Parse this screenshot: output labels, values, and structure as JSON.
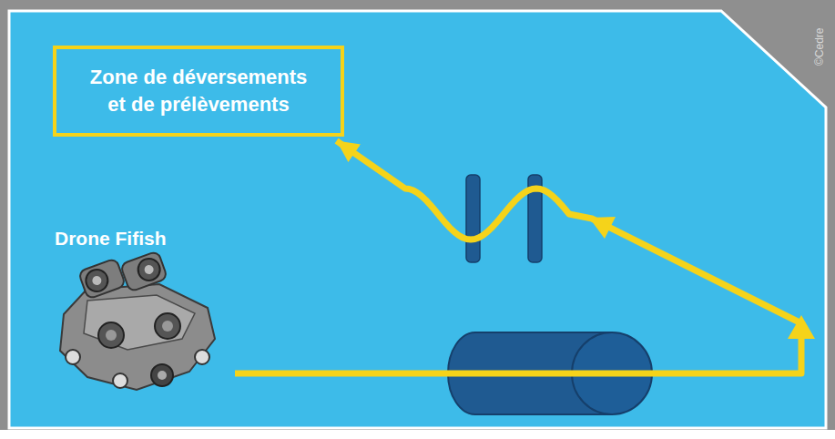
{
  "diagram": {
    "nodes": [
      {
        "text": [
          "Zone de déversements et de prélèvements"
        ]
      },
      {
        "text": [
          "Drone Fifish"
        ]
      }
    ],
    "edges": [
      {
        "from": 1,
        "to": 0,
        "arrow": "to"
      }
    ],
    "labels": [
      "©Cedre"
    ]
  }
}
